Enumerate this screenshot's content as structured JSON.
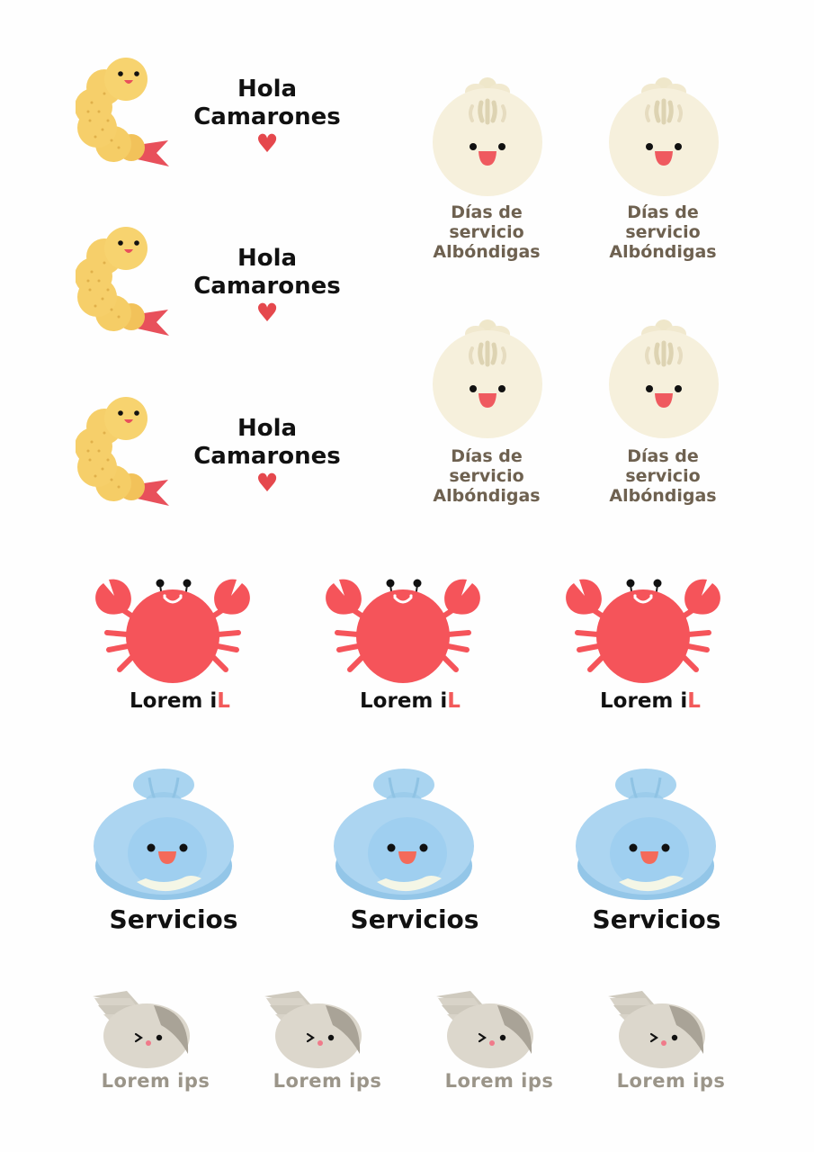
{
  "shrimp_cards": [
    {
      "line1": "Hola",
      "line2": "Camarones",
      "heart": "♥"
    },
    {
      "line1": "Hola",
      "line2": "Camarones",
      "heart": "♥"
    },
    {
      "line1": "Hola",
      "line2": "Camarones",
      "heart": "♥"
    }
  ],
  "dumpling_cards": [
    {
      "line1": "Días de",
      "line2": "servicio",
      "line3": "Albóndigas"
    },
    {
      "line1": "Días de",
      "line2": "servicio",
      "line3": "Albóndigas"
    },
    {
      "line1": "Días de",
      "line2": "servicio",
      "line3": "Albóndigas"
    },
    {
      "line1": "Días de",
      "line2": "servicio",
      "line3": "Albóndigas"
    }
  ],
  "crab_cards": [
    {
      "text": "Lorem i",
      "accent": "L"
    },
    {
      "text": "Lorem i",
      "accent": "L"
    },
    {
      "text": "Lorem i",
      "accent": "L"
    }
  ],
  "bao_cards": [
    {
      "label": "Servicios"
    },
    {
      "label": "Servicios"
    },
    {
      "label": "Servicios"
    }
  ],
  "shell_cards": [
    {
      "label": "Lorem ips"
    },
    {
      "label": "Lorem ips"
    },
    {
      "label": "Lorem ips"
    },
    {
      "label": "Lorem ips"
    }
  ],
  "colors": {
    "shrimp_body": "#f6cf6a",
    "shrimp_tail": "#e8505b",
    "dumpling": "#f6f0dc",
    "crab": "#f5545a",
    "bao": "#a9d4f0",
    "shell": "#d8d3c8",
    "heart": "#e5484d"
  },
  "icons": [
    "shrimp-icon",
    "dumpling-icon",
    "crab-icon",
    "bao-icon",
    "seashell-icon"
  ]
}
